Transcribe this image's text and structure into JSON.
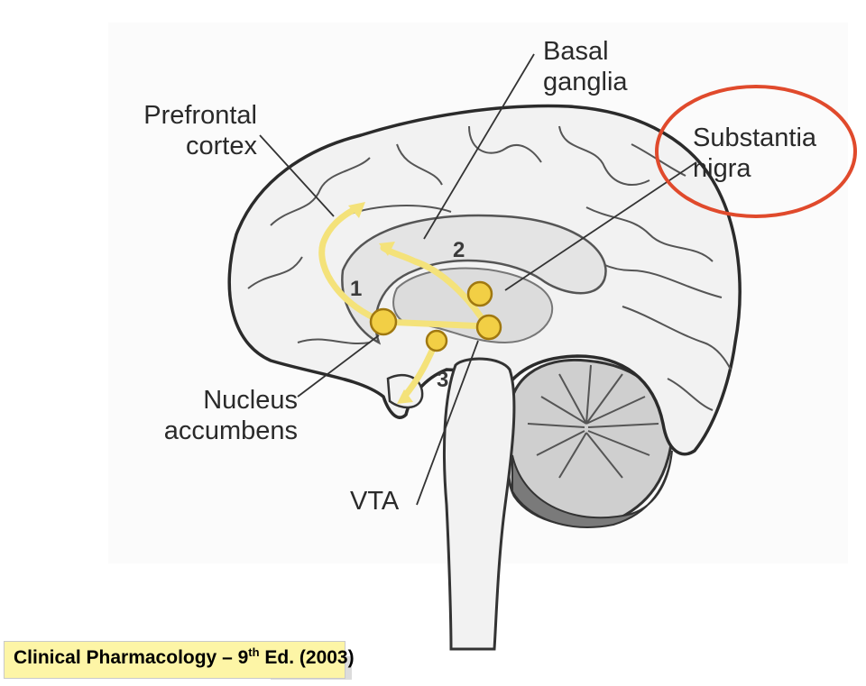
{
  "labels": {
    "basal_line1": "Basal",
    "basal_line2": "ganglia",
    "prefrontal_line1": "Prefrontal",
    "prefrontal_line2": "cortex",
    "substantia_line1": "Substantia",
    "substantia_line2": "nigra",
    "nucleus_line1": "Nucleus",
    "nucleus_line2": "accumbens",
    "vta": "VTA"
  },
  "pathway_numbers": [
    "1",
    "2",
    "3"
  ],
  "caption": {
    "title": "Clinical Pharmacology",
    "dash": " – 9",
    "edition_sup": "th",
    "edition_rest": " Ed. (2003)"
  },
  "colors": {
    "pathway": "#f4e27a",
    "nucleus_fill": "#f2cf45",
    "highlight_circle": "#e04a2c",
    "caption_bg": "#fdf5a6"
  }
}
